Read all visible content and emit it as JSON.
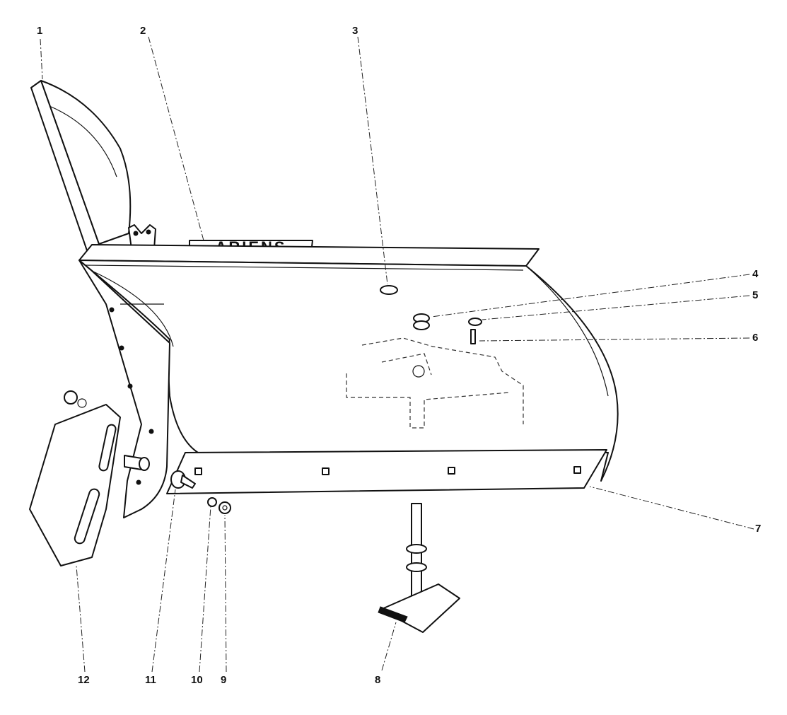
{
  "callouts": [
    "1",
    "2",
    "3",
    "4",
    "5",
    "6",
    "7",
    "8",
    "9",
    "10",
    "11",
    "12"
  ],
  "decal_text": "ARIENS",
  "colors": {
    "line": "#111111",
    "background": "#ffffff"
  }
}
